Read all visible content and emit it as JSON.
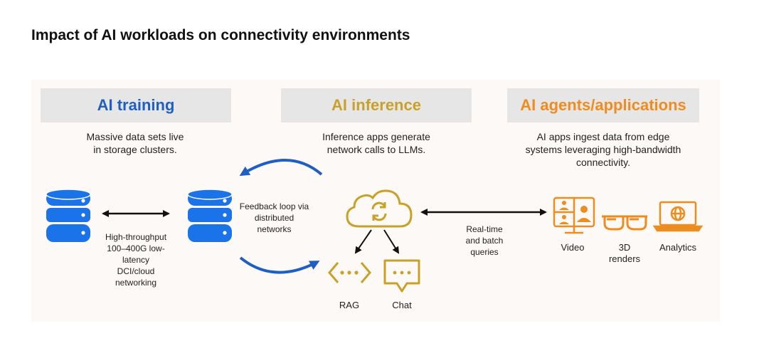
{
  "title": "Impact of AI workloads on connectivity environments",
  "columns": [
    {
      "heading": "AI training",
      "description": "Massive data sets live\nin storage clusters.",
      "color": "#1f5fc4"
    },
    {
      "heading": "AI inference",
      "description": "Inference apps generate\nnetwork calls to LLMs.",
      "color": "#c9a12a"
    },
    {
      "heading": "AI agents/applications",
      "description": "AI apps ingest data from edge\nsystems leveraging high-bandwidth\nconnectivity.",
      "color": "#ef8c1f"
    }
  ],
  "labels": {
    "dci": "High-throughput\n100–400G low-\nlatency\nDCI/cloud\nnetworking",
    "feedback": "Feedback loop via\ndistributed\nnetworks",
    "realtime": "Real-time\nand batch\nqueries"
  },
  "inference_items": [
    "RAG",
    "Chat"
  ],
  "app_items": [
    "Video",
    "3D\nrenders",
    "Analytics"
  ],
  "icons": {
    "storage": "database-icon",
    "cloud": "cloud-sync-icon",
    "rag": "network-nodes-icon",
    "chat": "chat-bubble-icon",
    "video": "video-conference-icon",
    "renders": "3d-glasses-icon",
    "analytics": "laptop-globe-icon"
  }
}
